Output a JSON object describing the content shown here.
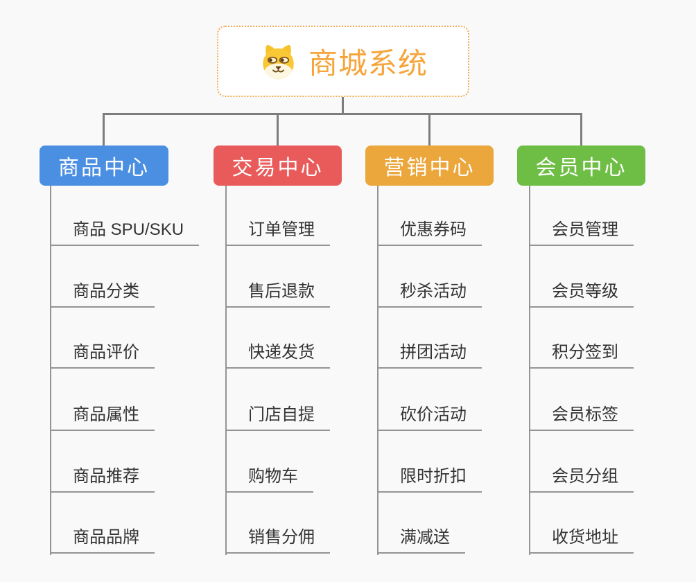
{
  "canvas": {
    "background": "#f9f9f9",
    "connector_color": "#7d7d7d",
    "leaf_line_color": "#949494",
    "leaf_text_color": "#333333"
  },
  "root": {
    "title": "商城系统",
    "icon": "dog-face-icon",
    "text_color": "#f5a53b",
    "border_color": "#f0ab55"
  },
  "branches": [
    {
      "label": "商品中心",
      "color": "#4b8fe2",
      "items": [
        "商品 SPU/SKU",
        "商品分类",
        "商品评价",
        "商品属性",
        "商品推荐",
        "商品品牌"
      ]
    },
    {
      "label": "交易中心",
      "color": "#e95b5a",
      "items": [
        "订单管理",
        "售后退款",
        "快递发货",
        "门店自提",
        "购物车",
        "销售分佣"
      ]
    },
    {
      "label": "营销中心",
      "color": "#ebA63c",
      "items": [
        "优惠券码",
        "秒杀活动",
        "拼团活动",
        "砍价活动",
        "限时折扣",
        "满减送"
      ]
    },
    {
      "label": "会员中心",
      "color": "#6ebe45",
      "items": [
        "会员管理",
        "会员等级",
        "积分签到",
        "会员标签",
        "会员分组",
        "收货地址"
      ]
    }
  ]
}
